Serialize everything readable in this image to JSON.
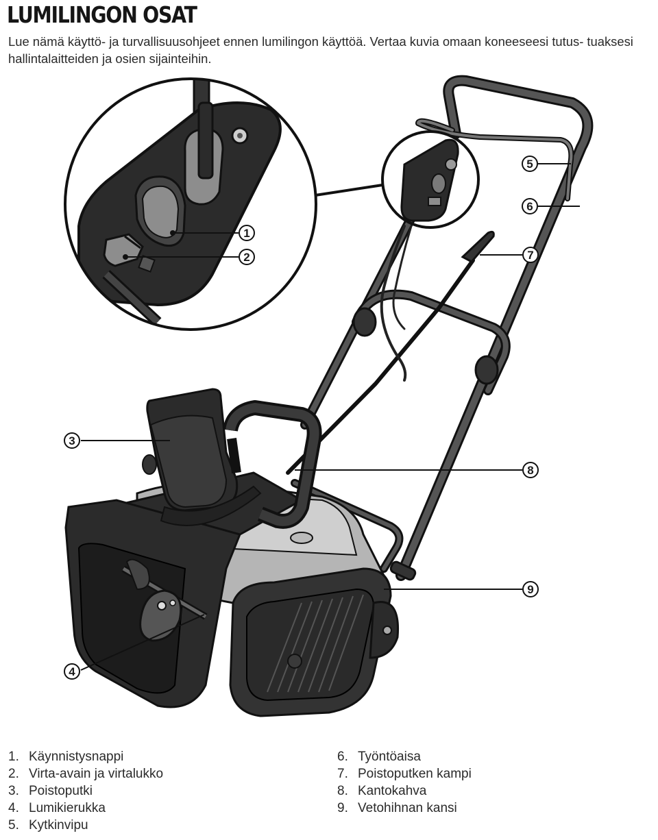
{
  "title": "LUMILINGON OSAT",
  "intro": "Lue nämä käyttö- ja turvallisuusohjeet ennen lumilingon käyttöä. Vertaa kuvia omaan koneeseesi tutus- tuaksesi hallintalaitteiden ja osien sijainteihin.",
  "callouts": [
    "1",
    "2",
    "3",
    "4",
    "5",
    "6",
    "7",
    "8",
    "9"
  ],
  "parts_left": [
    {
      "num": "1.",
      "label": "Käynnistysnappi"
    },
    {
      "num": "2.",
      "label": "Virta-avain ja virtalukko"
    },
    {
      "num": "3.",
      "label": "Poistoputki"
    },
    {
      "num": "4.",
      "label": "Lumikierukka"
    },
    {
      "num": "5.",
      "label": "Kytkinvipu"
    }
  ],
  "parts_right": [
    {
      "num": "6.",
      "label": "Työntöaisa"
    },
    {
      "num": "7.",
      "label": "Poistoputken kampi"
    },
    {
      "num": "8.",
      "label": "Kantokahva"
    },
    {
      "num": "9.",
      "label": "Vetohihnan kansi"
    }
  ],
  "colors": {
    "body_dark": "#2b2b2b",
    "body_mid": "#4a4a4a",
    "body_light": "#b5b5b5",
    "outline": "#111111",
    "button_grey": "#8d8d8d"
  }
}
